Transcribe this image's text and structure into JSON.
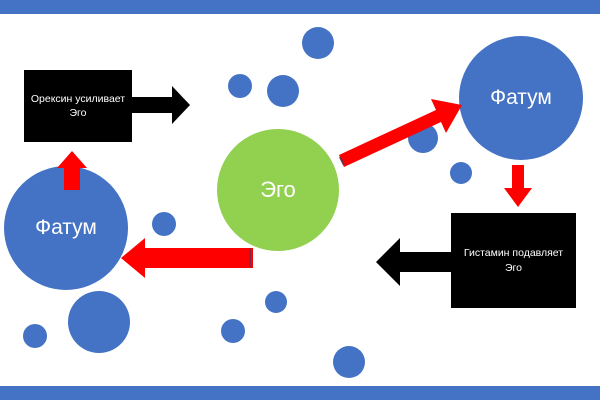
{
  "colors": {
    "band": "#4472c4",
    "circle": "#4472c4",
    "ego": "#92d050",
    "box": "#000000",
    "arrow_red": "#ff0000",
    "arrow_black": "#000000",
    "text": "#ffffff"
  },
  "nodes": {
    "ego": "Эго",
    "fatum_right": "Фатум",
    "fatum_left": "Фатум",
    "box_orexin": "Орексин усиливает Эго",
    "box_histamine": "Гистамин подавляет Эго"
  }
}
